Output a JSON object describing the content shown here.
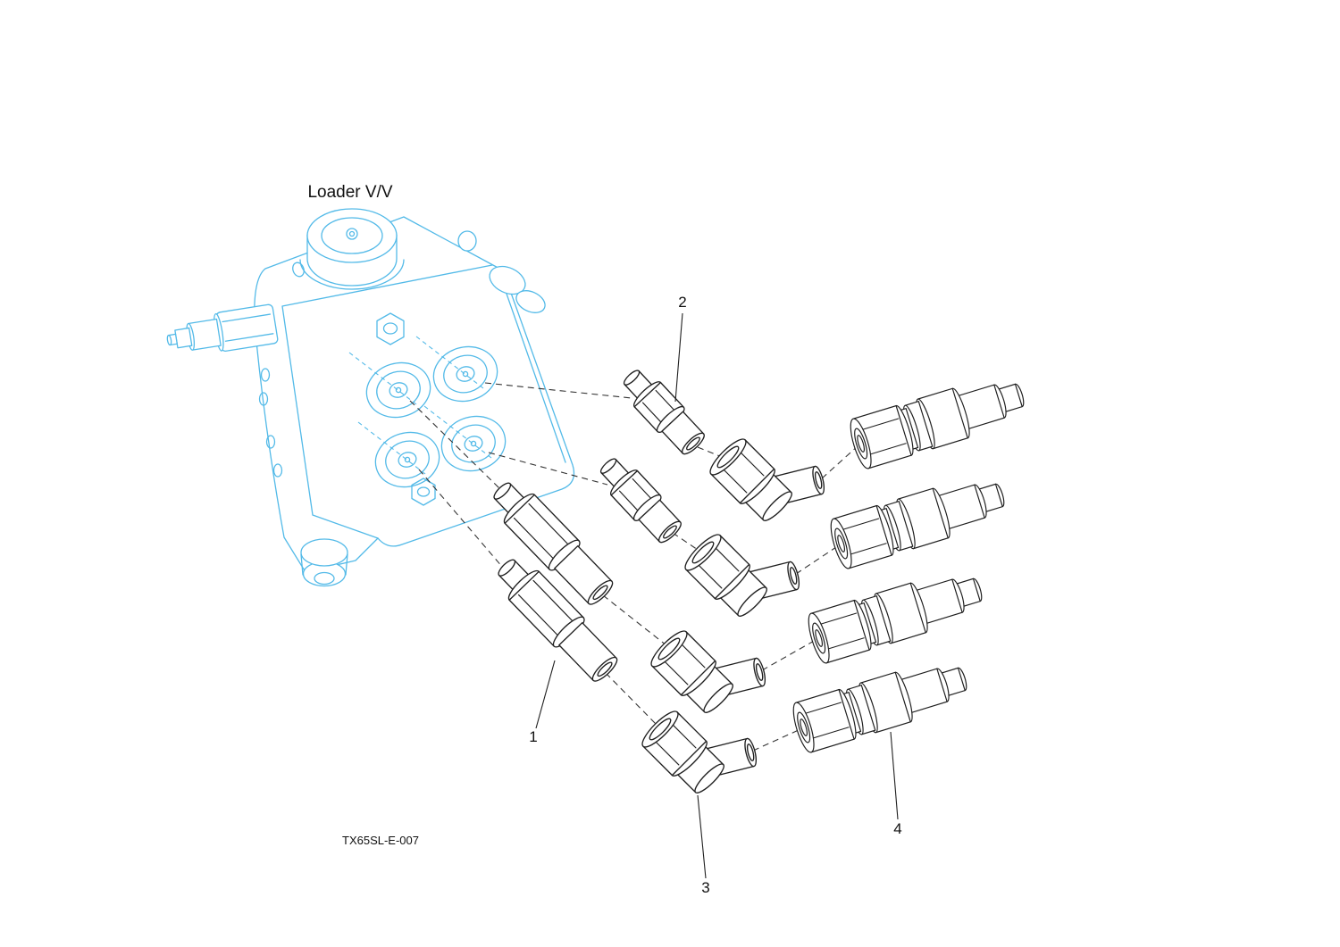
{
  "diagram": {
    "title": "Loader V/V",
    "drawing_code": "TX65SL-E-007",
    "callouts": [
      {
        "label": "1"
      },
      {
        "label": "2"
      },
      {
        "label": "3"
      },
      {
        "label": "4"
      }
    ],
    "colors": {
      "valve_outline": "#53bae8",
      "part_outline": "#1f1f1f",
      "leader_line": "#1f1f1f",
      "background": "#ffffff"
    }
  }
}
